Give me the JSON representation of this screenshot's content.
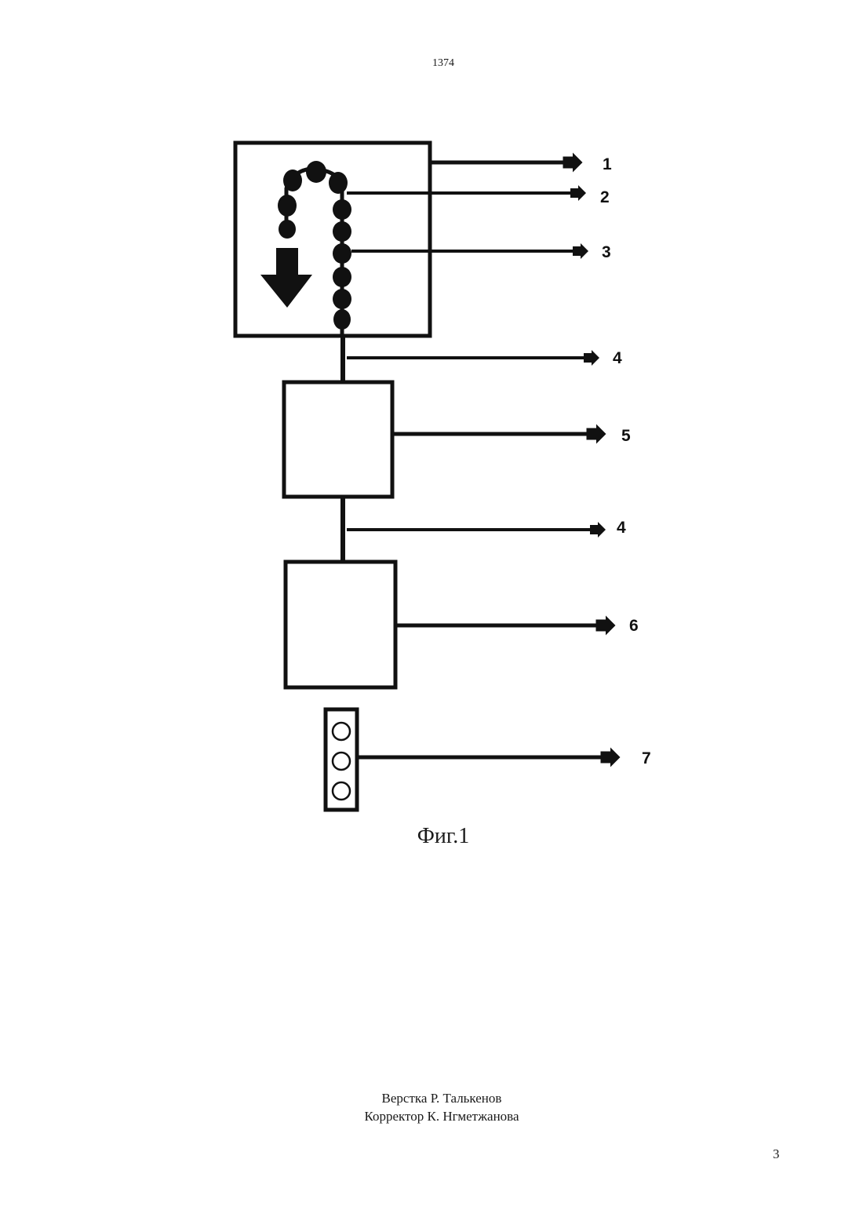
{
  "header": {
    "doc_number": "1374"
  },
  "figure": {
    "caption": "Фиг.1",
    "labels": [
      "1",
      "2",
      "3",
      "4",
      "5",
      "4",
      "6",
      "7"
    ]
  },
  "footer": {
    "credits": [
      "Верстка Р. Талькенов",
      "Корректор К. Нгметжанова"
    ],
    "page_number": "3"
  }
}
